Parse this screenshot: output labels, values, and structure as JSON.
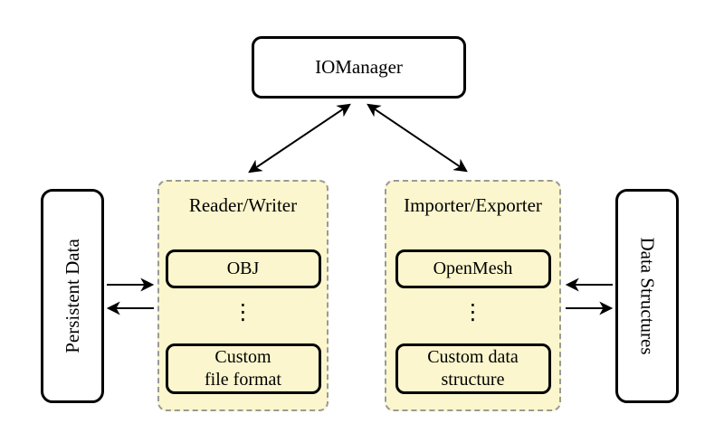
{
  "colors": {
    "background": "#ffffff",
    "panel_fill": "#fbf6cd",
    "panel_border": "#9a9a9a",
    "node_fill": "#ffffff",
    "stroke": "#000000"
  },
  "nodes": {
    "io_manager": {
      "label": "IOManager"
    },
    "persistent_data": {
      "label": "Persistent Data"
    },
    "data_structures": {
      "label": "Data Structures"
    }
  },
  "panels": {
    "reader_writer": {
      "title": "Reader/Writer",
      "dots": "⋮",
      "items": [
        {
          "label": "OBJ"
        },
        {
          "label": "Custom\nfile format"
        }
      ]
    },
    "importer_exporter": {
      "title": "Importer/Exporter",
      "dots": "⋮",
      "items": [
        {
          "label": "OpenMesh"
        },
        {
          "label": "Custom data\nstructure"
        }
      ]
    }
  },
  "edges": [
    {
      "from": "IOManager",
      "to": "Reader/Writer",
      "style": "bidirectional"
    },
    {
      "from": "IOManager",
      "to": "Importer/Exporter",
      "style": "bidirectional"
    },
    {
      "from": "Persistent Data",
      "to": "Reader/Writer",
      "style": "arrow"
    },
    {
      "from": "Reader/Writer",
      "to": "Persistent Data",
      "style": "arrow"
    },
    {
      "from": "Data Structures",
      "to": "Importer/Exporter",
      "style": "arrow"
    },
    {
      "from": "Importer/Exporter",
      "to": "Data Structures",
      "style": "arrow"
    }
  ]
}
